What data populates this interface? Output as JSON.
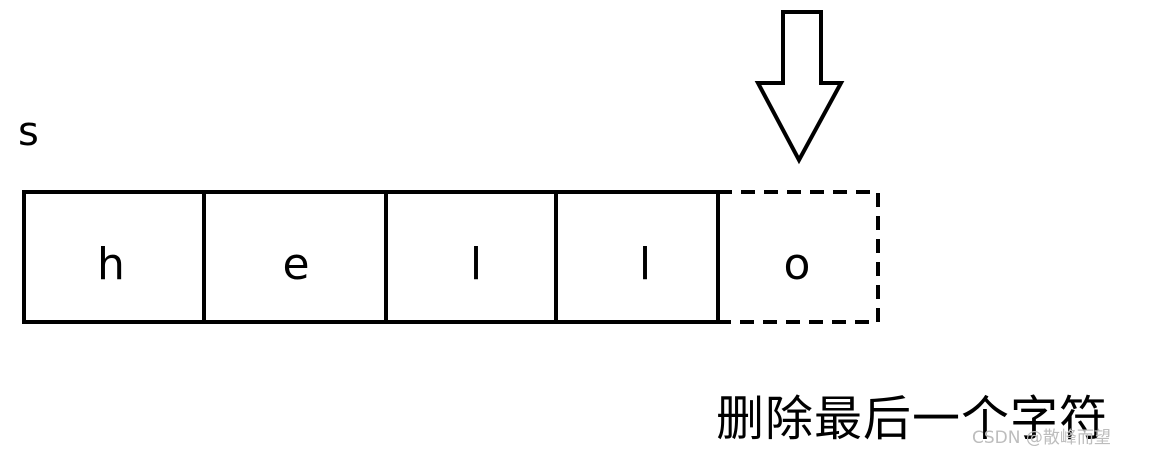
{
  "variable_name": "s",
  "cells": [
    {
      "char": "h",
      "deleted": false
    },
    {
      "char": "e",
      "deleted": false
    },
    {
      "char": "l",
      "deleted": false
    },
    {
      "char": "l",
      "deleted": false
    },
    {
      "char": "o",
      "deleted": true
    }
  ],
  "caption": "删除最后一个字符",
  "watermark": "CSDN @散峰而望",
  "colors": {
    "stroke": "#000000",
    "watermark": "#bdbdbd"
  },
  "icons": {
    "pointer": "down-arrow-icon"
  }
}
